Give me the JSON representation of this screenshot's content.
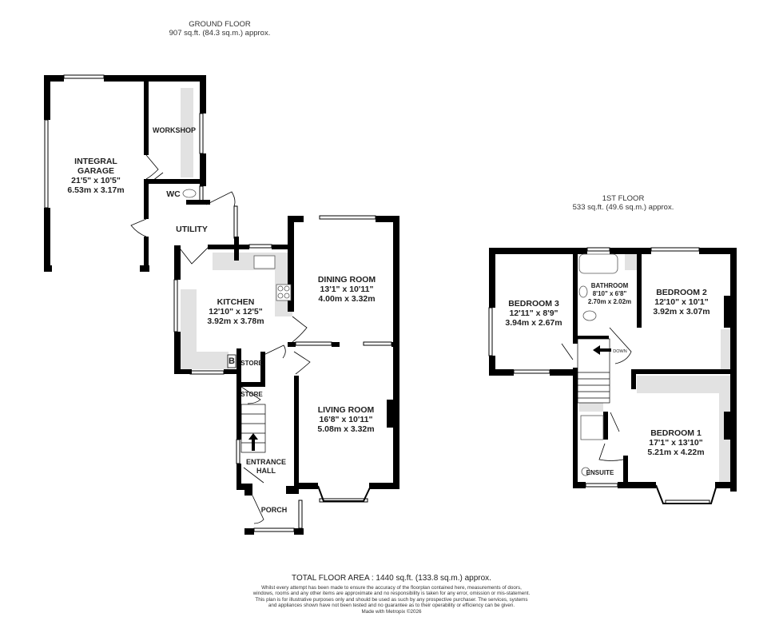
{
  "ground_floor": {
    "title": "GROUND FLOOR",
    "area": "907 sq.ft. (84.3 sq.m.) approx.",
    "rooms": [
      {
        "name": "INTEGRAL",
        "name2": "GARAGE",
        "imperial": "21'5\"  x 10'5\"",
        "metric": "6.53m  x 3.17m"
      },
      {
        "name": "WORKSHOP"
      },
      {
        "name": "WC"
      },
      {
        "name": "UTILITY"
      },
      {
        "name": "KITCHEN",
        "imperial": "12'10\"  x 12'5\"",
        "metric": "3.92m  x 3.78m"
      },
      {
        "name": "DINING ROOM",
        "imperial": "13'1\"  x 10'11\"",
        "metric": "4.00m  x 3.32m"
      },
      {
        "name": "LIVING ROOM",
        "imperial": "16'8\"  x 10'11\"",
        "metric": "5.08m  x 3.32m"
      },
      {
        "name": "STORE"
      },
      {
        "name": "STORE"
      },
      {
        "name": "ENTRANCE",
        "name2": "HALL"
      },
      {
        "name": "PORCH"
      }
    ],
    "boiler_label": "B"
  },
  "first_floor": {
    "title": "1ST FLOOR",
    "area": "533 sq.ft. (49.6 sq.m.) approx.",
    "rooms": [
      {
        "name": "BEDROOM 3",
        "imperial": "12'11\"  x 8'9\"",
        "metric": "3.94m  x 2.67m"
      },
      {
        "name": "BATHROOM",
        "imperial": "8'10\"  x 6'8\"",
        "metric": "2.70m  x 2.02m"
      },
      {
        "name": "BEDROOM 2",
        "imperial": "12'10\"  x 10'1\"",
        "metric": "3.92m  x 3.07m"
      },
      {
        "name": "BEDROOM 1",
        "imperial": "17'1\"  x 13'10\"",
        "metric": "5.21m  x 4.22m"
      },
      {
        "name": "ENSUITE"
      }
    ],
    "stairs_label": "DOWN"
  },
  "footer": {
    "total": "TOTAL FLOOR AREA : 1440 sq.ft. (133.8 sq.m.) approx.",
    "disclaimer": "Whilst every attempt has been made to ensure the accuracy of the floorplan contained here, measurements of doors, windows, rooms and any other items are approximate and no responsibility is taken for any error, omission or mis-statement. This plan is for illustrative purposes only and should be used as such by any prospective purchaser. The services, systems and appliances shown have not been tested and no guarantee as to their operability or efficiency can be given.",
    "made_with": "Made with Metropix ©2026"
  },
  "colors": {
    "wall": "#000000",
    "fitted": "#e2e2e2",
    "window": "#ffffff"
  }
}
